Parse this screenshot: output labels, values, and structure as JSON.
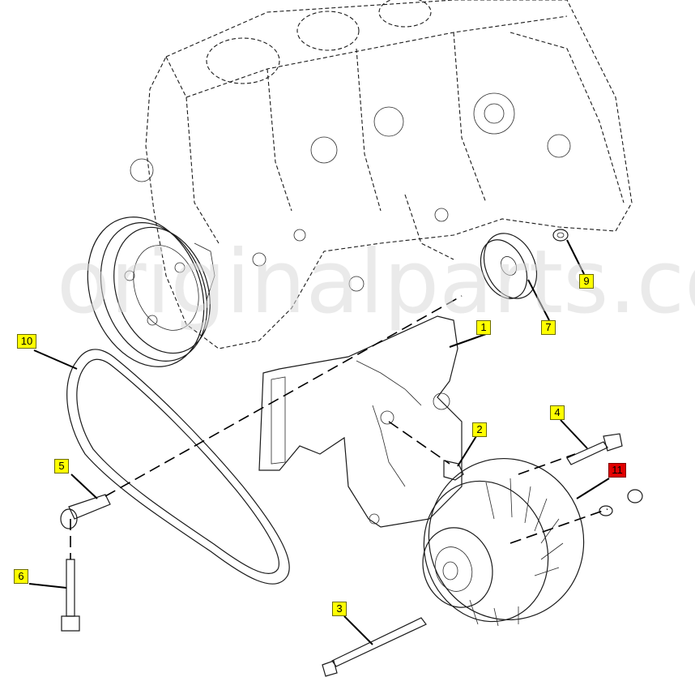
{
  "watermark": "originalparts.com",
  "callouts": [
    {
      "label": "1",
      "active": false
    },
    {
      "label": "2",
      "active": false
    },
    {
      "label": "3",
      "active": false
    },
    {
      "label": "4",
      "active": false
    },
    {
      "label": "5",
      "active": false
    },
    {
      "label": "6",
      "active": false
    },
    {
      "label": "7",
      "active": false
    },
    {
      "label": "9",
      "active": false
    },
    {
      "label": "10",
      "active": false
    },
    {
      "label": "11",
      "active": true
    }
  ],
  "colors": {
    "callout": "#ffff00",
    "callout_active": "#e00000",
    "line": "#1a1a1a"
  }
}
